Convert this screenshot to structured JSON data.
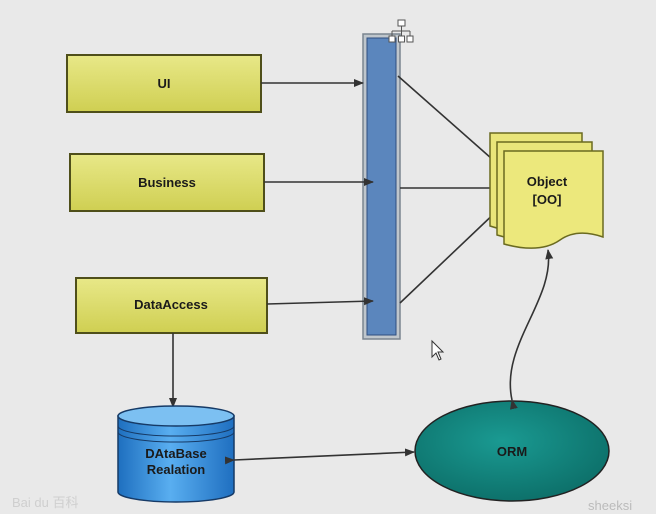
{
  "layers": {
    "ui": "UI",
    "business": "Business",
    "data_access": "DataAccess"
  },
  "object_doc": {
    "line1": "Object",
    "line2": "[OO]"
  },
  "database": {
    "line1": "DAtaBase",
    "line2": "Realation"
  },
  "orm": "ORM",
  "watermark": {
    "left": "Bai du 百科",
    "right": "sheeksi"
  },
  "colors": {
    "layer_fill": "#dede6a",
    "layer_stroke": "#5a5a1a",
    "bus_fill": "#5b86bd",
    "bus_stroke": "#2a4a78",
    "doc_fill": "#e9e57a",
    "db_fill": "#3a90e0",
    "orm_fill": "#12867f",
    "arrow": "#333333"
  }
}
